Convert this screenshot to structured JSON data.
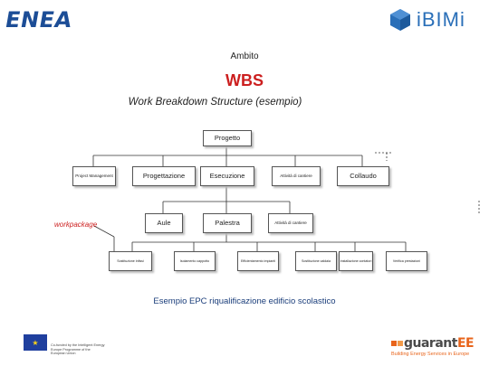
{
  "header": {
    "enea_logo_text": "ENEA",
    "ibimi_logo_text": "iBIMi",
    "subtitle": "Ambito",
    "title": "WBS",
    "caption": "Work Breakdown Structure (esempio)"
  },
  "diagram": {
    "root": "Progetto",
    "level1": [
      {
        "id": "pm",
        "label": "Project Management"
      },
      {
        "id": "progettazione",
        "label": "Progettazione"
      },
      {
        "id": "esecuzione",
        "label": "Esecuzione"
      },
      {
        "id": "attivita",
        "label": "Attività di cantiere"
      },
      {
        "id": "collaudo",
        "label": "Collaudo"
      }
    ],
    "level2": [
      {
        "id": "aule",
        "label": "Aule"
      },
      {
        "id": "palestra",
        "label": "Palestra"
      },
      {
        "id": "attivita-2",
        "label": "Attività di cantiere"
      }
    ],
    "level3": [
      {
        "id": "l3a",
        "label": "Sostituzione infissi"
      },
      {
        "id": "l3b",
        "label": "Isolamento cappotto"
      },
      {
        "id": "l3c",
        "label": "Efficientamento impianti"
      },
      {
        "id": "l3d",
        "label": "Sostituzione caldaia"
      },
      {
        "id": "l3e",
        "label": "Installazione contatori"
      },
      {
        "id": "l3f",
        "label": "Verifica prestazioni"
      }
    ],
    "workpackage_label": "workpackage",
    "example_caption": "Esempio EPC riqualificazione edificio scolastico"
  },
  "footer": {
    "eu_text": "Co-funded by the Intelligent Energy Europe Programme of the European Union",
    "guarantee_name_a": "guarant",
    "guarantee_name_b": "EE",
    "guarantee_tagline": "Building Energy Services in Europe"
  },
  "colors": {
    "title_red": "#cc1f1f",
    "enea_blue": "#1c4d96",
    "ibimi_blue": "#2a6fb8",
    "guarantee_orange": "#e8641b",
    "caption_blue": "#1a3d7a"
  }
}
